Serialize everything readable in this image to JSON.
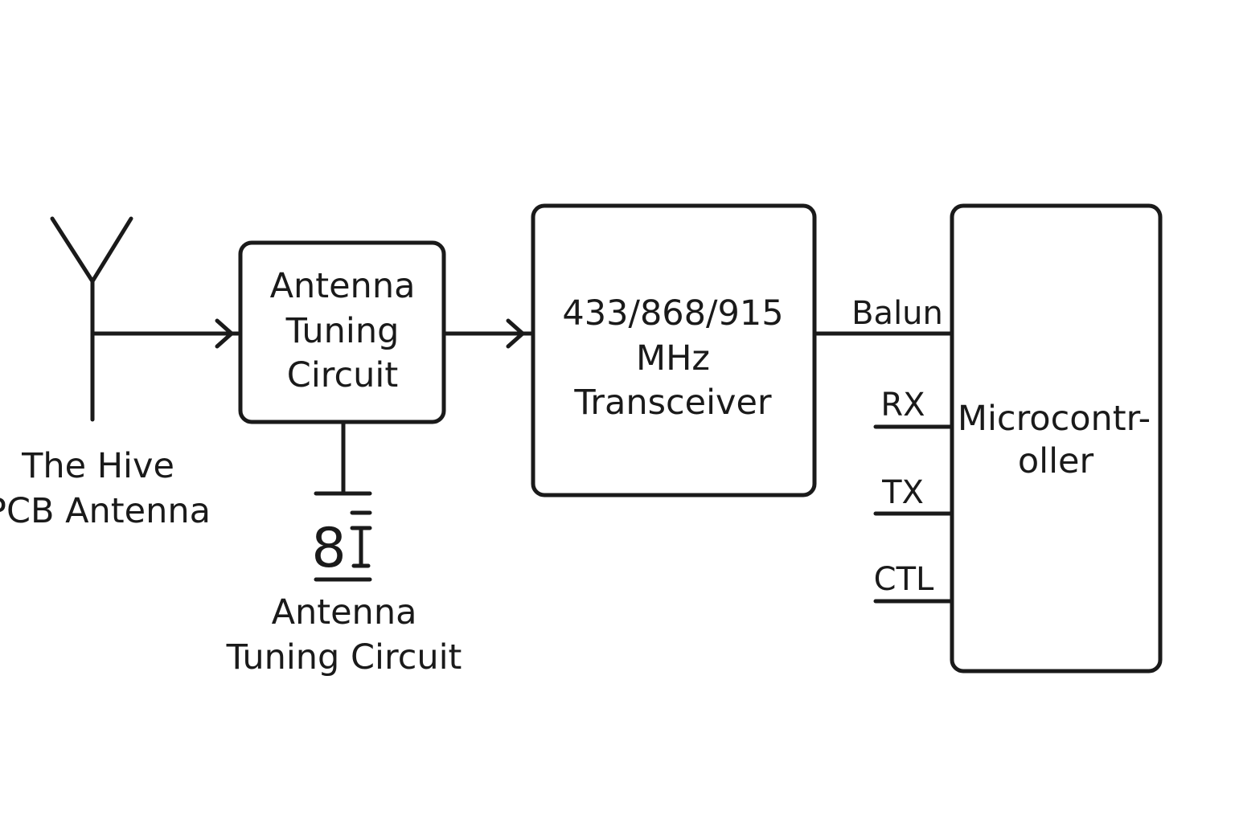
{
  "antenna": {
    "label_line1": "The Hive",
    "label_line2": "PCB Antenna"
  },
  "tuning_block": {
    "line1": "Antenna",
    "line2": "Tuning",
    "line3": "Circuit"
  },
  "tuning_component": {
    "glyph": "8",
    "label_line1": "Antenna",
    "label_line2": "Tuning Circuit"
  },
  "transceiver": {
    "line1": "433/868/915",
    "line2": "MHz",
    "line3": "Transceiver"
  },
  "microcontroller": {
    "line1": "Microcontr-",
    "line2": "oller"
  },
  "signals": {
    "balun": "Balun",
    "rx": "RX",
    "tx": "TX",
    "ctl": "CTL"
  }
}
